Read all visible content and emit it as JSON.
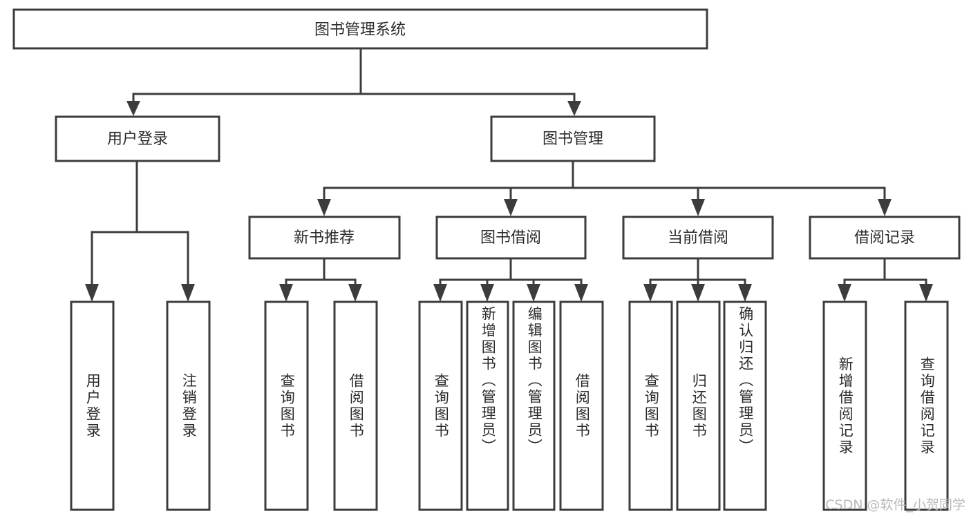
{
  "diagram": {
    "title": "图书管理系统",
    "type": "tree-hierarchy-flowchart",
    "root": {
      "id": "root",
      "label": "图书管理系统"
    },
    "level2": [
      {
        "id": "user-login",
        "label": "用户登录"
      },
      {
        "id": "book-manage",
        "label": "图书管理"
      }
    ],
    "level3": [
      {
        "id": "new-book-rec",
        "label": "新书推荐",
        "parent": "book-manage"
      },
      {
        "id": "book-borrow",
        "label": "图书借阅",
        "parent": "book-manage"
      },
      {
        "id": "current-borrow",
        "label": "当前借阅",
        "parent": "book-manage"
      },
      {
        "id": "borrow-record",
        "label": "借阅记录",
        "parent": "book-manage"
      }
    ],
    "leaves": [
      {
        "id": "leaf-user-login",
        "label": "用户登录",
        "parent": "user-login"
      },
      {
        "id": "leaf-logout",
        "label": "注销登录",
        "parent": "user-login"
      },
      {
        "id": "leaf-query-book-1",
        "label": "查询图书",
        "parent": "new-book-rec"
      },
      {
        "id": "leaf-borrow-book-1",
        "label": "借阅图书",
        "parent": "new-book-rec"
      },
      {
        "id": "leaf-query-book-2",
        "label": "查询图书",
        "parent": "book-borrow"
      },
      {
        "id": "leaf-add-book",
        "label": "新增图书（管理员）",
        "parent": "book-borrow"
      },
      {
        "id": "leaf-edit-book",
        "label": "编辑图书（管理员）",
        "parent": "book-borrow"
      },
      {
        "id": "leaf-borrow-book-2",
        "label": "借阅图书",
        "parent": "book-borrow"
      },
      {
        "id": "leaf-query-book-3",
        "label": "查询图书",
        "parent": "current-borrow"
      },
      {
        "id": "leaf-return-book",
        "label": "归还图书",
        "parent": "current-borrow"
      },
      {
        "id": "leaf-confirm-return",
        "label": "确认归还（管理员）",
        "parent": "current-borrow"
      },
      {
        "id": "leaf-add-record",
        "label": "新增借阅记录",
        "parent": "borrow-record"
      },
      {
        "id": "leaf-query-record",
        "label": "查询借阅记录",
        "parent": "borrow-record"
      }
    ],
    "colors": {
      "stroke": "#3c3c3c",
      "fill": "#ffffff",
      "text": "#2b2b2b",
      "watermark": "#b9b9b9"
    }
  },
  "watermark": {
    "text": "CSDN @软件_小贺同学"
  }
}
